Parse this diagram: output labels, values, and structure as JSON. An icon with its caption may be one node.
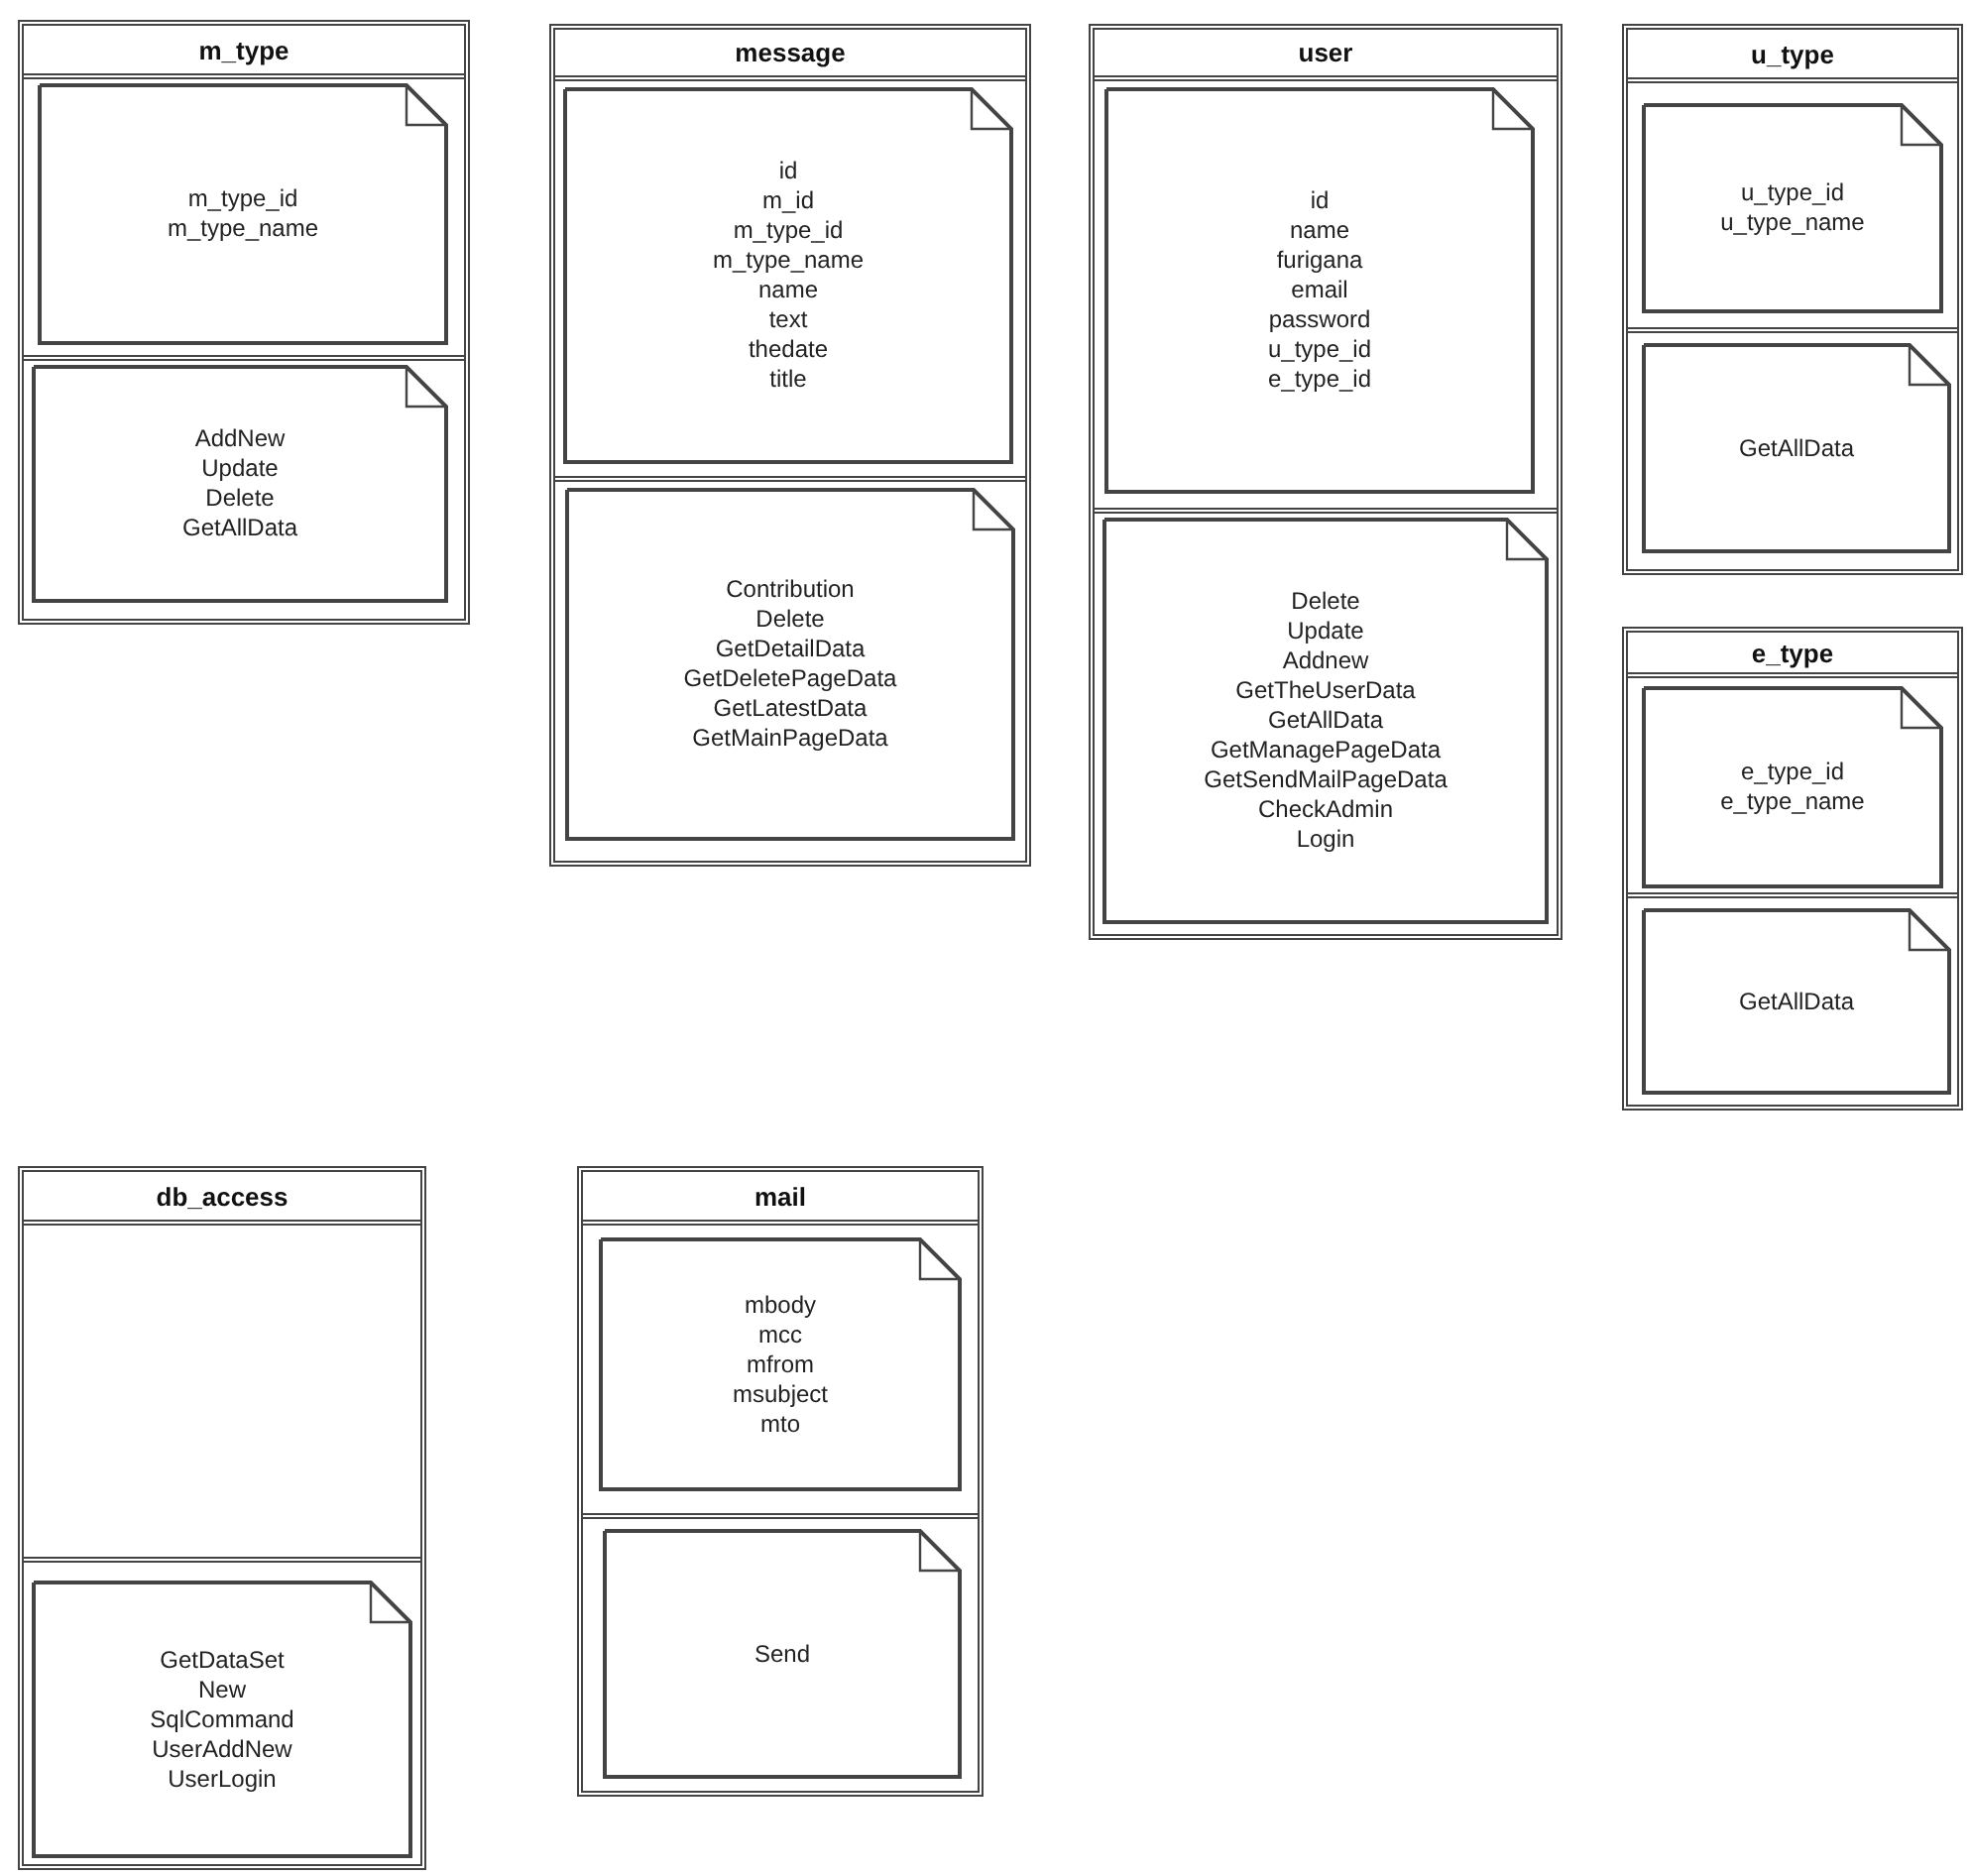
{
  "diagram": {
    "nodes": [
      {
        "text": [
          "m_type"
        ]
      },
      {
        "text": [
          "m_type_id",
          "m_type_name"
        ],
        "in": 0
      },
      {
        "text": [
          "AddNew",
          "Update",
          "Delete",
          "GetAllData"
        ],
        "in": 0
      },
      {
        "text": [
          "message"
        ]
      },
      {
        "text": [
          "id",
          "m_id",
          "m_type_id",
          "m_type_name",
          "name",
          "text",
          "thedate",
          "title"
        ],
        "in": 3
      },
      {
        "text": [
          "Contribution",
          "Delete",
          "GetDetailData",
          "GetDeletePageData",
          "GetLatestData",
          "GetMainPageData"
        ],
        "in": 3
      },
      {
        "text": [
          "user"
        ]
      },
      {
        "text": [
          "id",
          "name",
          "furigana",
          "email",
          "password",
          "u_type_id",
          "e_type_id"
        ],
        "in": 6
      },
      {
        "text": [
          "Delete",
          "Update",
          "Addnew",
          "GetTheUserData",
          "GetAllData",
          "GetManagePageData",
          "GetSendMailPageData",
          "CheckAdmin",
          "Login"
        ],
        "in": 6
      },
      {
        "text": [
          "u_type"
        ]
      },
      {
        "text": [
          "u_type_id",
          "u_type_name"
        ],
        "in": 9
      },
      {
        "text": [
          "GetAllData"
        ],
        "in": 9
      },
      {
        "text": [
          "e_type"
        ]
      },
      {
        "text": [
          "e_type_id",
          "e_type_name"
        ],
        "in": 12
      },
      {
        "text": [
          "GetAllData"
        ],
        "in": 12
      },
      {
        "text": [
          "db_access"
        ]
      },
      {
        "text": [
          "GetDataSet",
          "New",
          "SqlCommand",
          "UserAddNew",
          "UserLogin"
        ],
        "in": 15
      },
      {
        "text": [
          "mail"
        ]
      },
      {
        "text": [
          "mbody",
          "mcc",
          "mfrom",
          "msubject",
          "mto"
        ],
        "in": 17
      },
      {
        "text": [
          "Send"
        ],
        "in": 17
      }
    ]
  }
}
